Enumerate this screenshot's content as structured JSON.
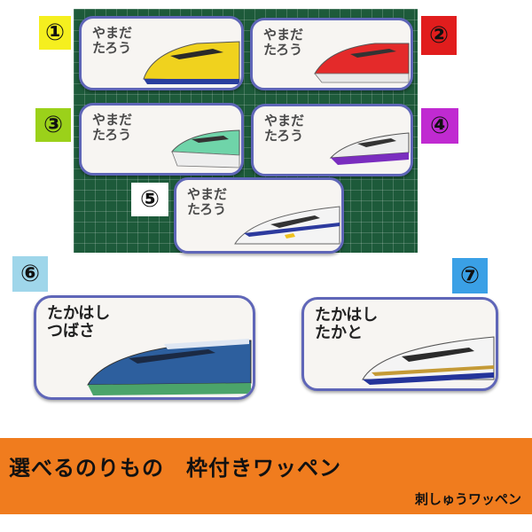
{
  "badges": [
    {
      "num": "①",
      "color": "#f5ef1f"
    },
    {
      "num": "②",
      "color": "#e11d1d"
    },
    {
      "num": "③",
      "color": "#9bd11a"
    },
    {
      "num": "④",
      "color": "#c02ad1"
    },
    {
      "num": "⑤",
      "color": "#ffffff"
    },
    {
      "num": "⑥",
      "color": "#9fd6ea"
    },
    {
      "num": "⑦",
      "color": "#3aa0e6"
    }
  ],
  "patches": [
    {
      "name": "やまだ\nたろう",
      "train": "doctor-yellow",
      "color": "#f0d21e"
    },
    {
      "name": "やまだ\nたろう",
      "train": "komachi-red",
      "color": "#e42a2a"
    },
    {
      "name": "やまだ\nたろう",
      "train": "hayabusa-green",
      "color": "#6fd4a9"
    },
    {
      "name": "やまだ\nたろう",
      "train": "tsubasa-purple",
      "color": "#7a2dbf"
    },
    {
      "name": "やまだ\nたろう",
      "train": "n700-white",
      "color": "#2c3a9e"
    },
    {
      "name": "たかはし\nつばさ",
      "train": "max-blue-green",
      "color": "#2d5f9e"
    },
    {
      "name": "たかはし\nたかと",
      "train": "kagayaki-white",
      "color": "#24349a"
    }
  ],
  "banner": {
    "title": "選べるのりもの　枠付きワッペン",
    "subtitle": "刺しゅうワッペン",
    "color": "#f07c1e"
  }
}
